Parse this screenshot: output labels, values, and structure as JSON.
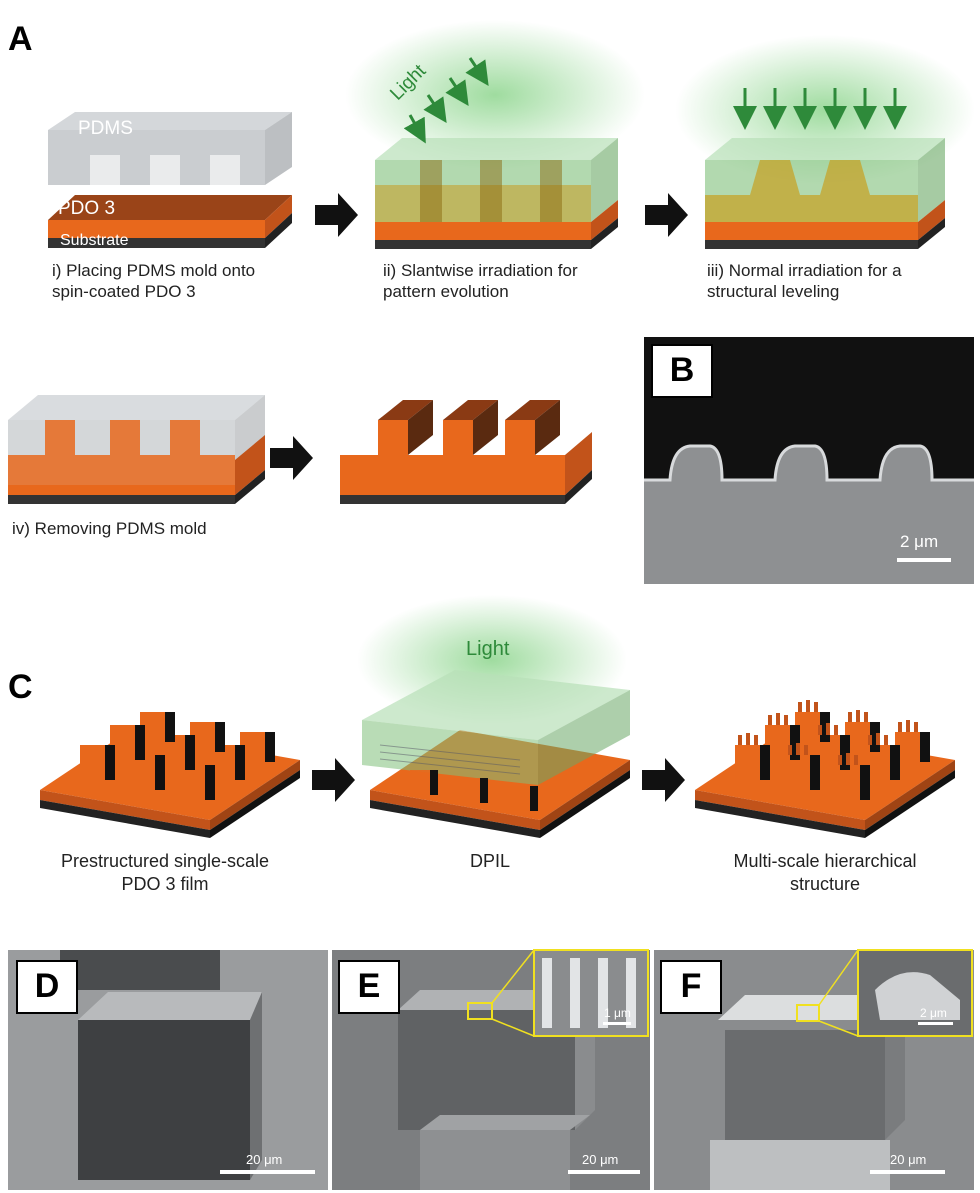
{
  "panels": {
    "A": {
      "letter": "A",
      "labels": {
        "pdms": "PDMS",
        "pdo": "PDO 3",
        "substrate": "Substrate",
        "light": "Light"
      },
      "steps": [
        "i) Placing PDMS mold onto\nspin-coated PDO 3",
        "ii) Slantwise irradiation for\npattern evolution",
        "iii) Normal irradiation for a\nstructural leveling",
        "iv) Removing PDMS mold"
      ]
    },
    "B": {
      "letter": "B",
      "scale": "2 μm"
    },
    "C": {
      "letter": "C",
      "light": "Light",
      "captions": [
        "Prestructured single-scale\nPDO 3 film",
        "DPIL",
        "Multi-scale hierarchical\nstructure"
      ]
    },
    "D": {
      "letter": "D",
      "scale": "20 μm"
    },
    "E": {
      "letter": "E",
      "scale": "20 μm",
      "inset_scale": "1 μm"
    },
    "F": {
      "letter": "F",
      "scale": "20 μm",
      "inset_scale": "2 μm"
    }
  },
  "colors": {
    "pdo": "#e8681c",
    "pdo_dark": "#8a3a14",
    "substrate": "#333333",
    "pdms": "#b8bcc0",
    "light": "#2e8a3a",
    "arrow": "#111111",
    "inset_border": "#f0e020"
  }
}
